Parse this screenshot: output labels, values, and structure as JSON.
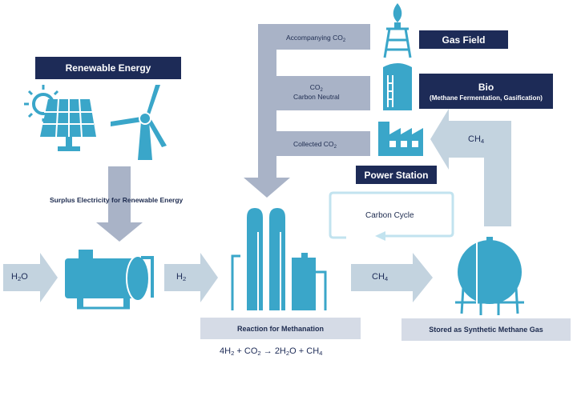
{
  "colors": {
    "accent": "#3aa6c9",
    "navy": "#1d2b57",
    "arrow_grey": "#a9b3c7",
    "arrow_light": "#c3d3df",
    "label_box": "#d5dbe6"
  },
  "boxes": {
    "renewable_energy": "Renewable Energy",
    "gas_field": "Gas Field",
    "bio_title": "Bio",
    "bio_subtitle": "(Methane Fermentation, Gasification)",
    "power_station": "Power Station",
    "reaction": "Reaction for Methanation",
    "stored": "Stored as Synthetic Methane Gas"
  },
  "labels": {
    "surplus": "Surplus Electricity for Renewable Energy",
    "carbon_cycle": "Carbon Cycle",
    "accompanying_co2": "Accompanying CO",
    "co2_a": "CO",
    "carbon_neutral": "Carbon Neutral",
    "collected_co2": "Collected CO",
    "sub2": "2"
  },
  "arrows": {
    "h2o": "H",
    "h2o_o": "O",
    "h2": "H",
    "ch4_main": "CH",
    "ch4_up": "CH",
    "sub2": "2",
    "sub4": "4"
  },
  "equation": {
    "lhs_h": "4H",
    "co": "CO",
    "arrow": "→",
    "water": "2H",
    "water_o": "O",
    "ch": "CH",
    "plus": "+",
    "sub2": "2",
    "sub4": "4"
  },
  "icons": [
    "sun-icon",
    "solar-panel-icon",
    "wind-turbine-icon",
    "gas-flare-tower-icon",
    "bio-tank-icon",
    "factory-icon",
    "electrolyzer-tank-icon",
    "methanation-reactor-icon",
    "spherical-gas-tank-icon"
  ]
}
